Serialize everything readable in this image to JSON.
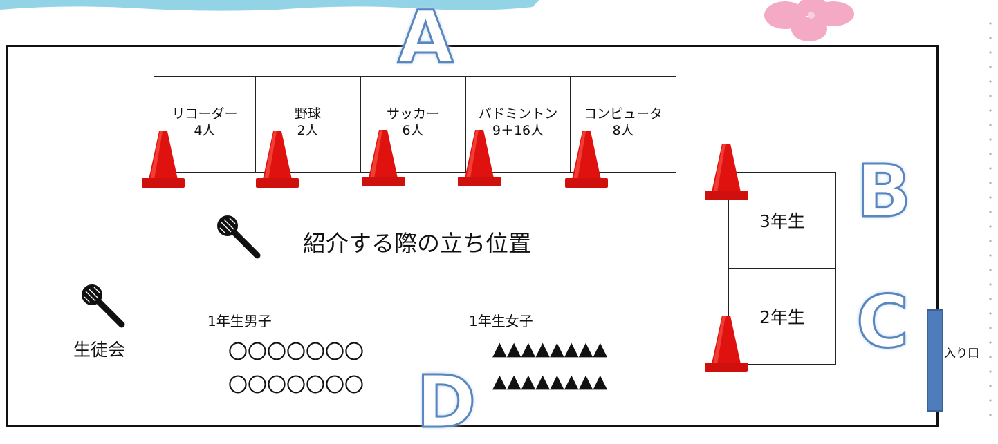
{
  "zones": {
    "a": "A",
    "b": "B",
    "c": "C",
    "d": "D"
  },
  "booths": [
    {
      "name": "リコーダー",
      "count": "4人"
    },
    {
      "name": "野球",
      "count": "2人"
    },
    {
      "name": "サッカー",
      "count": "6人"
    },
    {
      "name": "バドミントン",
      "count": "9＋16人"
    },
    {
      "name": "コンピュータ",
      "count": "8人"
    }
  ],
  "grades": {
    "third": "3年生",
    "second": "2年生"
  },
  "labels": {
    "intro_position": "紹介する際の立ち位置",
    "student_council": "生徒会",
    "boys": "1年生男子",
    "girls": "1年生女子",
    "entrance": "入り口"
  },
  "marks": {
    "boys_row1": "〇〇〇〇〇〇〇",
    "boys_row2": "〇〇〇〇〇〇〇",
    "girls_row1": "▲▲▲▲▲▲▲▲",
    "girls_row2": "▲▲▲▲▲▲▲▲"
  },
  "colors": {
    "cone": "#e0120f",
    "entrance": "#4f7dbb",
    "letter_outline": "#5a86bf",
    "banner": "#7fcbe0",
    "flower": "#f4a9c4"
  },
  "icons": {
    "cone": "traffic-cone-icon",
    "microphone": "microphone-icon"
  }
}
